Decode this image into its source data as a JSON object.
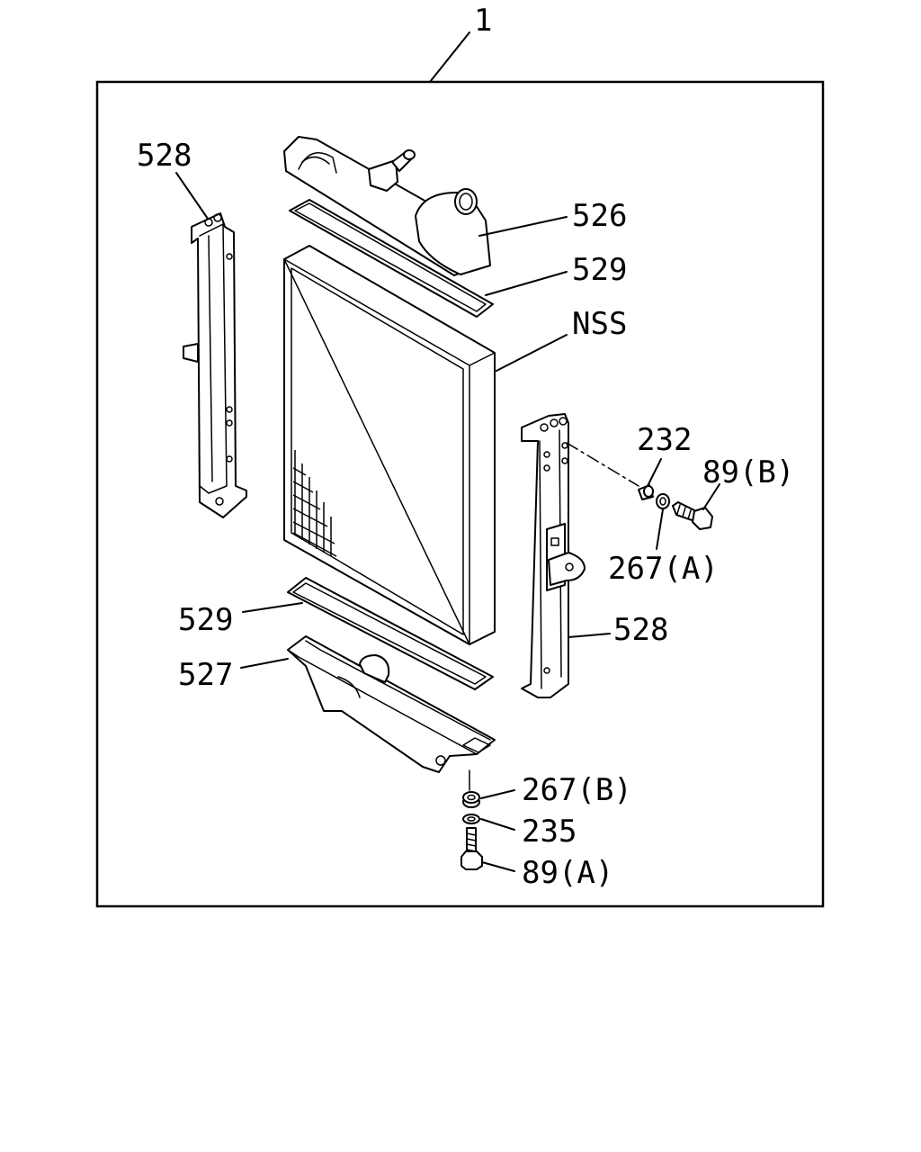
{
  "diagram": {
    "labels": {
      "assembly": "1",
      "bracket_left": "528",
      "upper_tank": "526",
      "seal_upper": "529",
      "core": "NSS",
      "washer_232": "232",
      "bolt_b": "89(B)",
      "collar_a": "267(A)",
      "bracket_right": "528",
      "seal_lower": "529",
      "lower_tank": "527",
      "collar_b": "267(B)",
      "washer_235": "235",
      "bolt_a": "89(A)"
    }
  }
}
